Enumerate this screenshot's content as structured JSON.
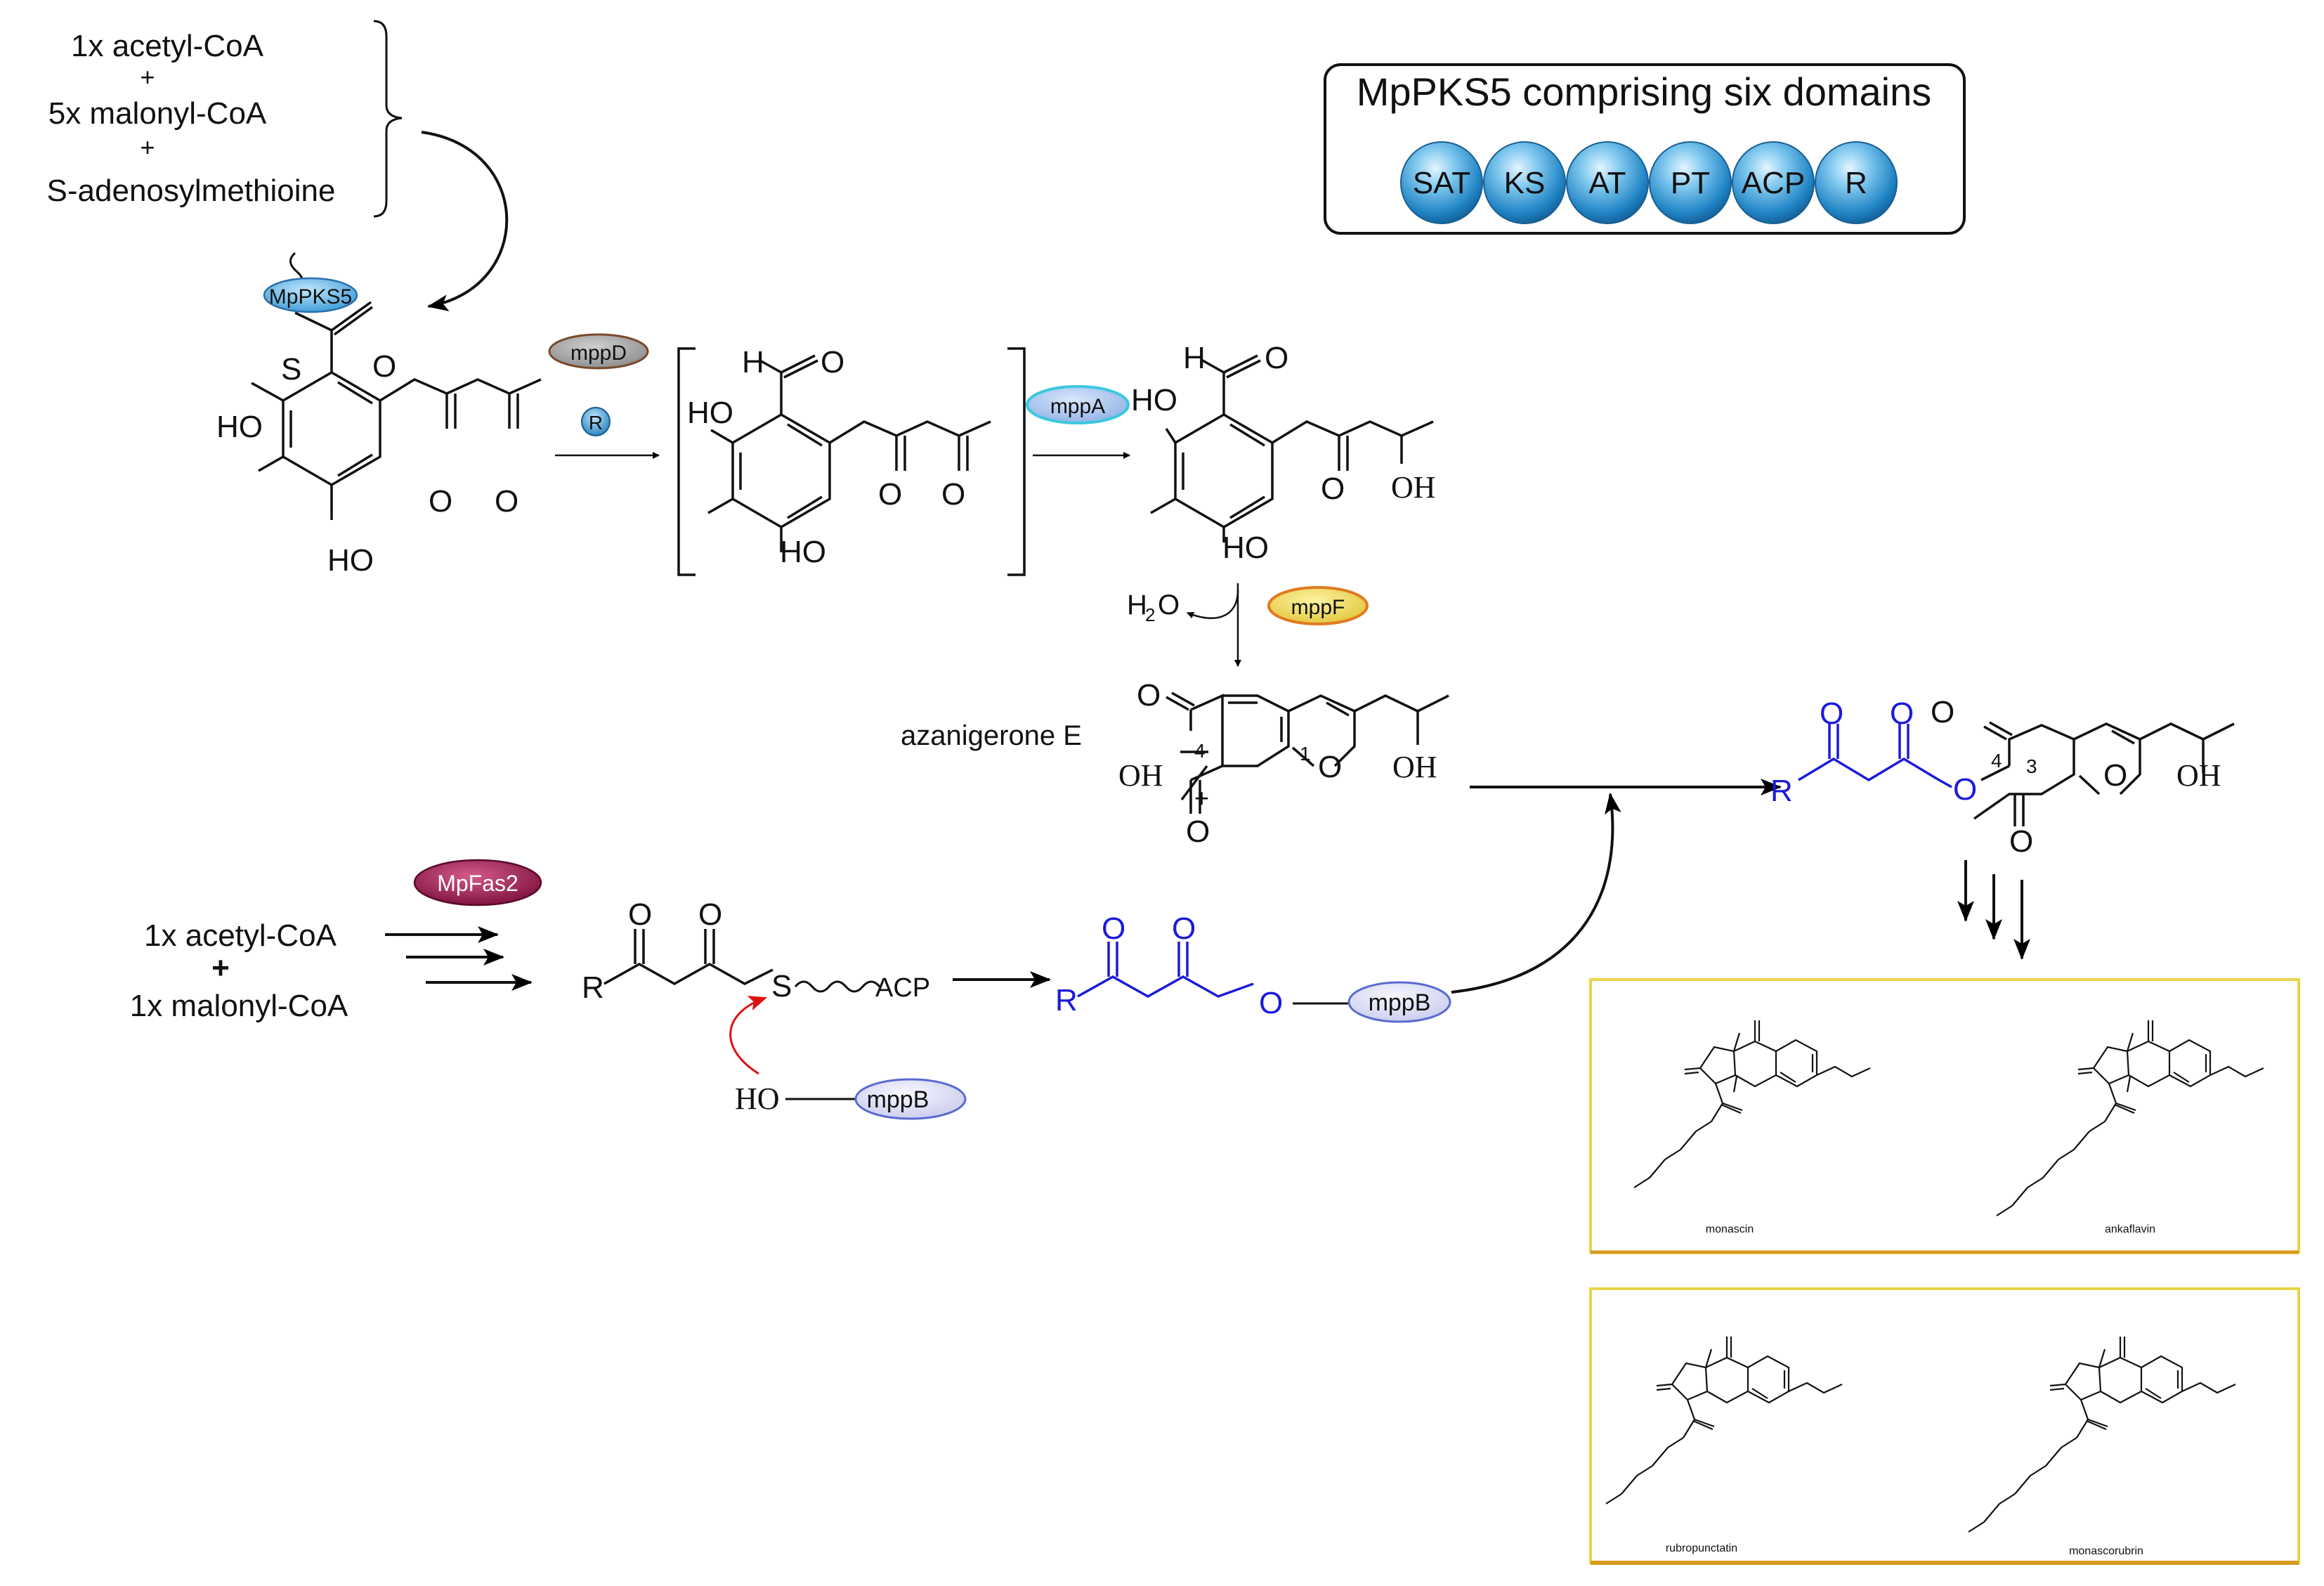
{
  "substrates_pks": [
    "1x acetyl-CoA",
    "+",
    "5x malonyl-CoA",
    "+",
    "S-adenosylmethioine"
  ],
  "domain_box": {
    "title": "MpPKS5 comprising six domains",
    "domains": [
      "SAT",
      "KS",
      "AT",
      "PT",
      "ACP",
      "R"
    ]
  },
  "enzymes": {
    "mppks5": "MpPKS5",
    "mppd": "mppD",
    "r_domain": "R",
    "mppa": "mppA",
    "mppf": "mppF",
    "mpfas2": "MpFas2",
    "mppb": "mppB"
  },
  "atoms": {
    "S": "S",
    "O": "O",
    "HO": "HO",
    "OH": "OH",
    "H": "H",
    "R": "R",
    "ACP": "ACP",
    "plus": "+"
  },
  "water": {
    "H": "H",
    "sub": "2",
    "O": "O"
  },
  "locants": {
    "four": "4",
    "one": "1",
    "three": "3"
  },
  "compound_label": "azanigerone E",
  "substrates_fas": [
    "1x acetyl-CoA",
    "+",
    "1x malonyl-CoA"
  ],
  "products_top": [
    "monascin",
    "ankaflavin"
  ],
  "products_bottom": [
    "rubropunctatin",
    "monascorubrin"
  ],
  "colors": {
    "blue_chain": "#1a1adc",
    "red_arrow": "#e01010",
    "box_border": "#e8d44a",
    "box_bottom_rule": "#d89a1a",
    "domain_fill": "#2a90cf"
  }
}
